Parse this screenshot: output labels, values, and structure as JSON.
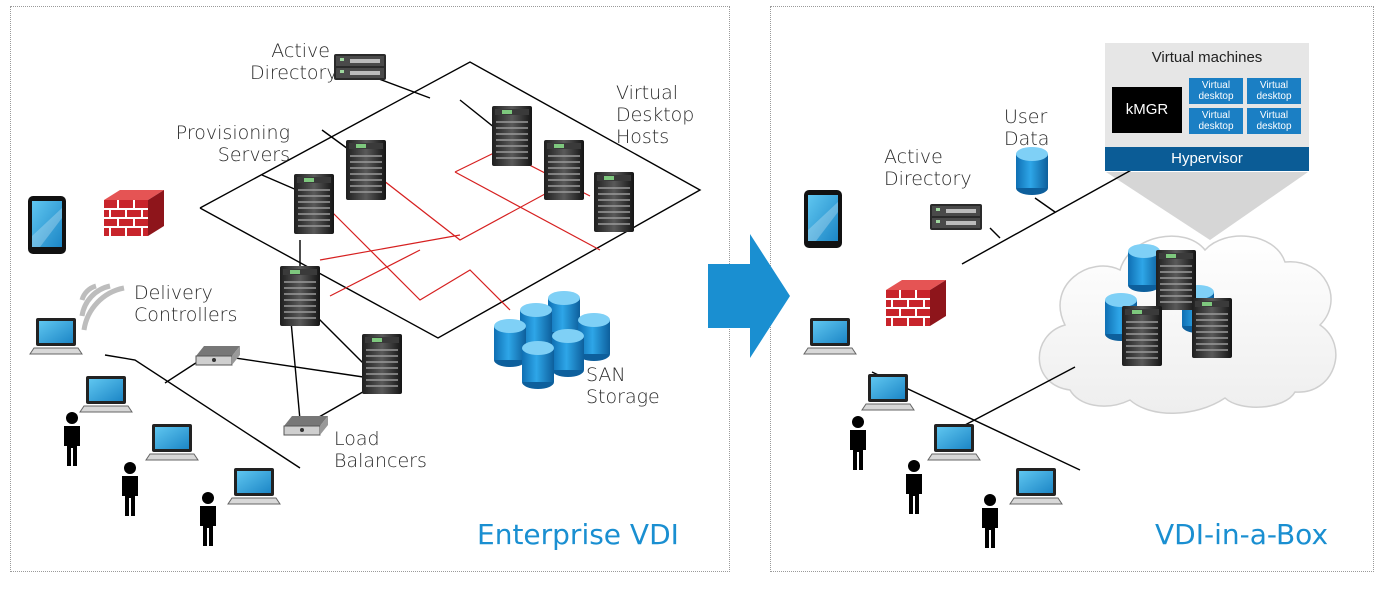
{
  "left": {
    "title": "Enterprise VDI",
    "labels": {
      "active_directory": "Active\nDirectory",
      "provisioning": "Provisioning\nServers",
      "virtual_hosts": "Virtual\nDesktop\nHosts",
      "delivery": "Delivery\nControllers",
      "san": "SAN\nStorage",
      "load_balancers": "Load\nBalancers"
    }
  },
  "right": {
    "title": "VDI-in-a-Box",
    "labels": {
      "user_data": "User\nData",
      "active_directory": "Active\nDirectory"
    },
    "vm_box": {
      "title": "Virtual machines",
      "manager": "kMGR",
      "desktops": [
        "Virtual desktop",
        "Virtual desktop",
        "Virtual desktop",
        "Virtual desktop"
      ],
      "hypervisor": "Hypervisor"
    }
  },
  "colors": {
    "accent_blue": "#1a8fd1",
    "network_black": "#000000",
    "san_red": "#d62020",
    "firewall_red": "#c8242b",
    "hypervisor": "#0b5c96"
  }
}
